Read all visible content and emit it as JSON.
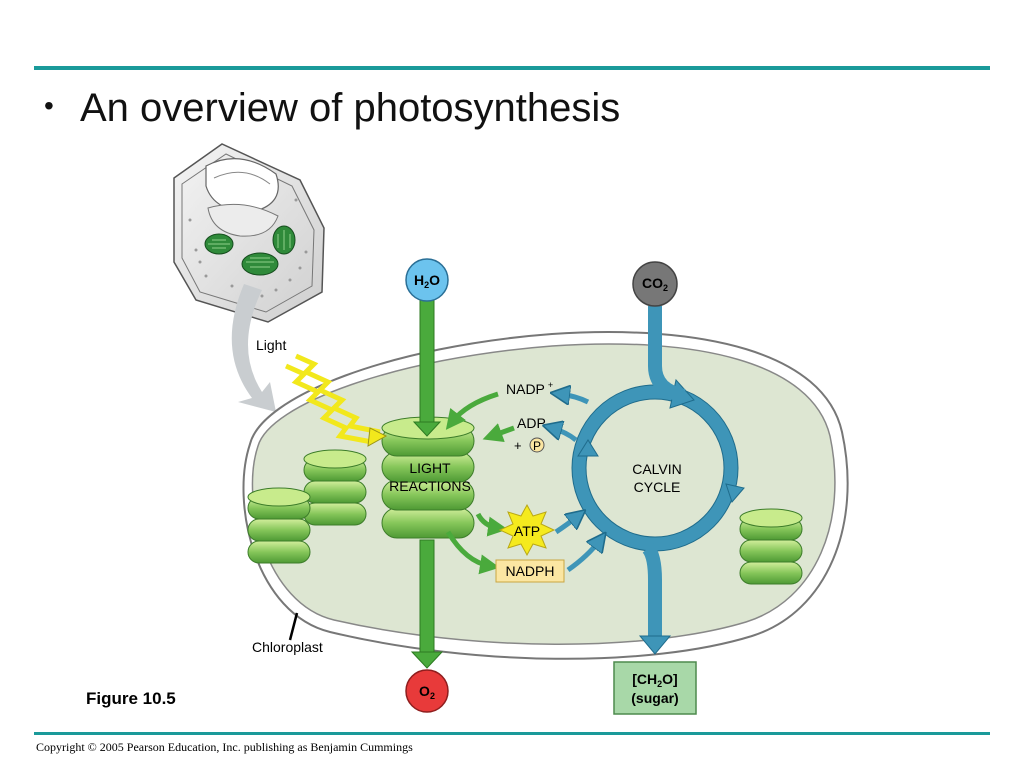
{
  "slide": {
    "bullet": "•",
    "title": "An overview of photosynthesis",
    "figure_label": "Figure 10.5",
    "copyright": "Copyright © 2005 Pearson Education, Inc. publishing as Benjamin Cummings"
  },
  "diagram": {
    "light": "Light",
    "chloroplast": "Chloroplast",
    "h2o": {
      "main": "H",
      "sub": "2",
      "rest": "O"
    },
    "co2": {
      "main": "CO",
      "sub": "2"
    },
    "o2": {
      "main": "O",
      "sub": "2"
    },
    "sugar": {
      "line1_a": "[CH",
      "line1_sub": "2",
      "line1_b": "O]",
      "line2": "(sugar)"
    },
    "light_reactions": [
      "LIGHT",
      "REACTIONS"
    ],
    "calvin_cycle": [
      "CALVIN",
      "CYCLE"
    ],
    "nadp_plus": {
      "main": "NADP",
      "sup": "+"
    },
    "adp": "ADP",
    "plus": "+",
    "p": "P",
    "atp": "ATP",
    "nadph": "NADPH"
  },
  "colors": {
    "accent_rule": "#1a9a9a",
    "water": "#6cc3ee",
    "carbon_dioxide": "#777777",
    "oxygen": "#e83a3a",
    "sugar_box": "#a8d8a8",
    "green_arrow": "#4aaa3c",
    "blue_arrow": "#3e95b8",
    "stroma": "#dde6d2",
    "atp_star": "#f5ea1e",
    "nadph_box": "#fbe6a2"
  }
}
